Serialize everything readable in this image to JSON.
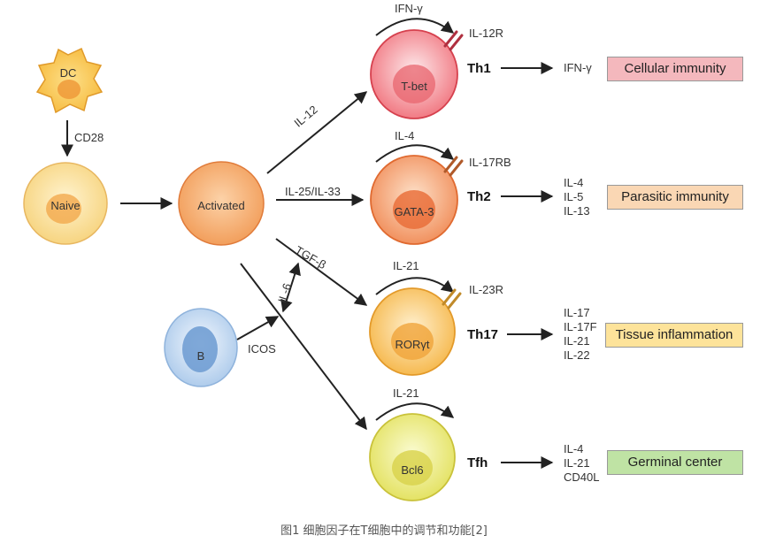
{
  "cells": {
    "dc": "DC",
    "naive": "Naive",
    "activated": "Activated",
    "b": "B",
    "th1_tf": "T-bet",
    "th2_tf": "GATA-3",
    "th17_tf": "RORγt",
    "tfh_tf": "Bcl6"
  },
  "signals": {
    "cd28": "CD28",
    "il12": "IL-12",
    "il25_il33": "IL-25/IL-33",
    "tgfb": "TGF-β",
    "il6": "IL-6",
    "icos": "ICOS"
  },
  "loops": {
    "th1": "IFN-γ",
    "th2": "IL-4",
    "th17": "IL-21",
    "tfh": "IL-21"
  },
  "receptors": {
    "th1": "IL-12R",
    "th2": "IL-17RB",
    "th17": "IL-23R"
  },
  "subsets": {
    "th1": "Th1",
    "th2": "Th2",
    "th17": "Th17",
    "tfh": "Tfh"
  },
  "outputs": {
    "th1": [
      "IFN-γ"
    ],
    "th2": [
      "IL-4",
      "IL-5",
      "IL-13"
    ],
    "th17": [
      "IL-17",
      "IL-17F",
      "IL-21",
      "IL-22"
    ],
    "tfh": [
      "IL-4",
      "IL-21",
      "CD40L"
    ]
  },
  "functions": {
    "th1": "Cellular immunity",
    "th2": "Parasitic immunity",
    "th17": "Tissue inflammation",
    "tfh": "Germinal center"
  },
  "colors": {
    "th1_box": "#f4b8bd",
    "th2_box": "#fad7b4",
    "th17_box": "#fde39a",
    "tfh_box": "#bfe3a4"
  },
  "caption": "图1 细胞因子在T细胞中的调节和功能[2]"
}
